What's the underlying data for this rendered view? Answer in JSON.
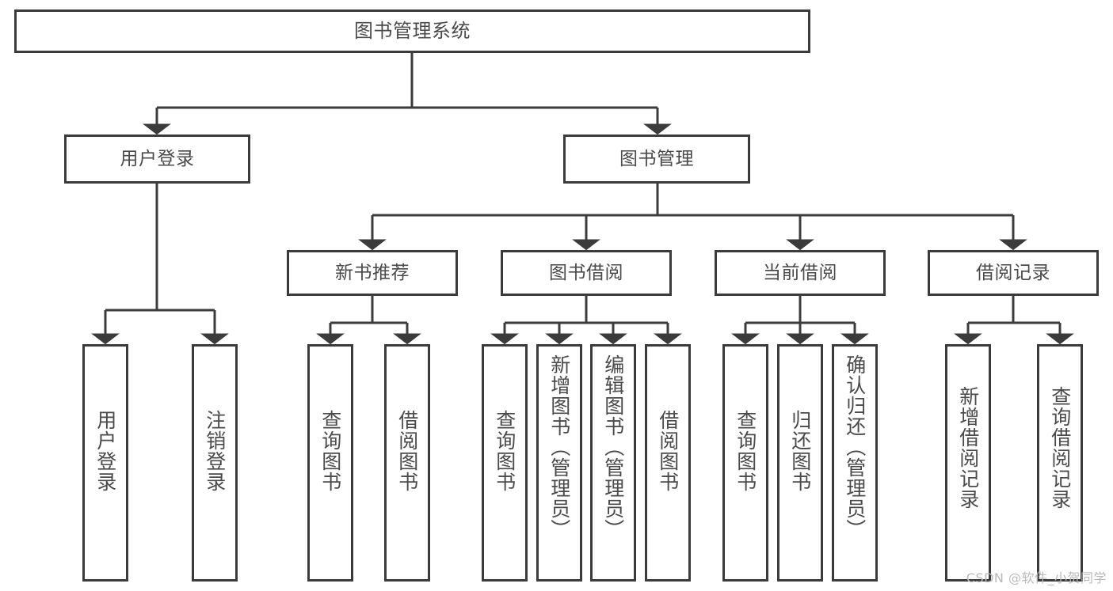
{
  "diagram": {
    "title": "图书管理系统",
    "type": "tree",
    "watermark": "CSDN @软件_小贺同学"
  },
  "nodes": {
    "root": {
      "label": "图书管理系统"
    },
    "level2": [
      {
        "id": "user-login",
        "label": "用户登录"
      },
      {
        "id": "book-manage",
        "label": "图书管理"
      }
    ],
    "level3": [
      {
        "id": "new-book-recommend",
        "label": "新书推荐"
      },
      {
        "id": "book-borrow",
        "label": "图书借阅"
      },
      {
        "id": "current-borrow",
        "label": "当前借阅"
      },
      {
        "id": "borrow-record",
        "label": "借阅记录"
      }
    ],
    "leaves": {
      "user_login": [
        {
          "id": "leaf-user-login",
          "label": "用户登录"
        },
        {
          "id": "leaf-logout-login",
          "label": "注销登录"
        }
      ],
      "new_book_recommend": [
        {
          "id": "leaf-query-book-1",
          "label": "查询图书"
        },
        {
          "id": "leaf-borrow-book-1",
          "label": "借阅图书"
        }
      ],
      "book_borrow": [
        {
          "id": "leaf-query-book-2",
          "label": "查询图书"
        },
        {
          "id": "leaf-add-book",
          "label": "新增图书（管理员）"
        },
        {
          "id": "leaf-edit-book",
          "label": "编辑图书（管理员）"
        },
        {
          "id": "leaf-borrow-book-2",
          "label": "借阅图书"
        }
      ],
      "current_borrow": [
        {
          "id": "leaf-query-book-3",
          "label": "查询图书"
        },
        {
          "id": "leaf-return-book",
          "label": "归还图书"
        },
        {
          "id": "leaf-confirm-return",
          "label": "确认归还（管理员）"
        }
      ],
      "borrow_record": [
        {
          "id": "leaf-add-record",
          "label": "新增借阅记录"
        },
        {
          "id": "leaf-query-record",
          "label": "查询借阅记录"
        }
      ]
    }
  },
  "style": {
    "border_color": "#3b3b3b",
    "text_color": "#4a4a4a",
    "background": "#ffffff",
    "watermark_color": "#b9b9b9"
  }
}
